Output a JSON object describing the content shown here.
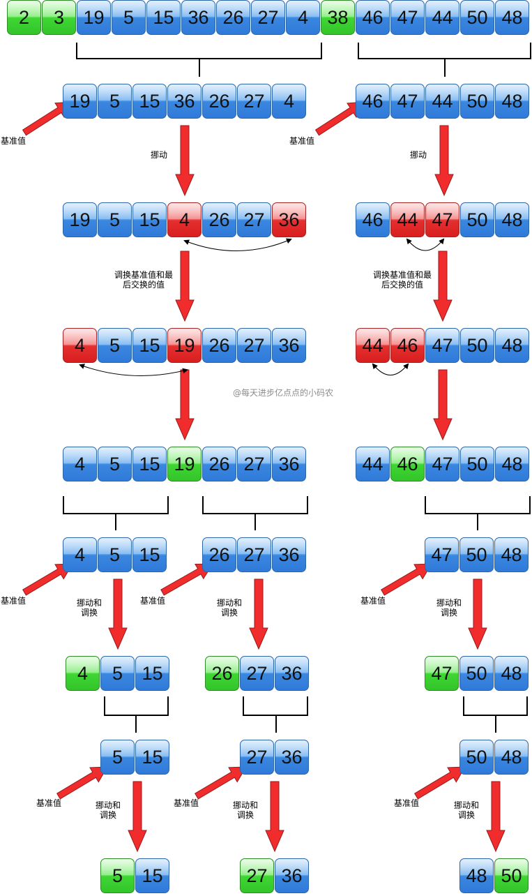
{
  "colors": {
    "default": "blue",
    "pivot_swap": "red",
    "placed": "green"
  },
  "rows": [
    {
      "id": "r0",
      "cells": [
        {
          "v": "2",
          "c": "green"
        },
        {
          "v": "3",
          "c": "green"
        },
        {
          "v": "19",
          "c": "blue"
        },
        {
          "v": "5",
          "c": "blue"
        },
        {
          "v": "15",
          "c": "blue"
        },
        {
          "v": "36",
          "c": "blue"
        },
        {
          "v": "26",
          "c": "blue"
        },
        {
          "v": "27",
          "c": "blue"
        },
        {
          "v": "4",
          "c": "blue"
        },
        {
          "v": "38",
          "c": "green"
        },
        {
          "v": "46",
          "c": "blue"
        },
        {
          "v": "47",
          "c": "blue"
        },
        {
          "v": "44",
          "c": "blue"
        },
        {
          "v": "50",
          "c": "blue"
        },
        {
          "v": "48",
          "c": "blue"
        }
      ]
    },
    {
      "id": "r1a",
      "cells": [
        {
          "v": "19",
          "c": "blue"
        },
        {
          "v": "5",
          "c": "blue"
        },
        {
          "v": "15",
          "c": "blue"
        },
        {
          "v": "36",
          "c": "blue"
        },
        {
          "v": "26",
          "c": "blue"
        },
        {
          "v": "27",
          "c": "blue"
        },
        {
          "v": "4",
          "c": "blue"
        }
      ]
    },
    {
      "id": "r1b",
      "cells": [
        {
          "v": "46",
          "c": "blue"
        },
        {
          "v": "47",
          "c": "blue"
        },
        {
          "v": "44",
          "c": "blue"
        },
        {
          "v": "50",
          "c": "blue"
        },
        {
          "v": "48",
          "c": "blue"
        }
      ]
    },
    {
      "id": "r2a",
      "cells": [
        {
          "v": "19",
          "c": "blue"
        },
        {
          "v": "5",
          "c": "blue"
        },
        {
          "v": "15",
          "c": "blue"
        },
        {
          "v": "4",
          "c": "red"
        },
        {
          "v": "26",
          "c": "blue"
        },
        {
          "v": "27",
          "c": "blue"
        },
        {
          "v": "36",
          "c": "red"
        }
      ]
    },
    {
      "id": "r2b",
      "cells": [
        {
          "v": "46",
          "c": "blue"
        },
        {
          "v": "44",
          "c": "red"
        },
        {
          "v": "47",
          "c": "red"
        },
        {
          "v": "50",
          "c": "blue"
        },
        {
          "v": "48",
          "c": "blue"
        }
      ]
    },
    {
      "id": "r3a",
      "cells": [
        {
          "v": "4",
          "c": "red"
        },
        {
          "v": "5",
          "c": "blue"
        },
        {
          "v": "15",
          "c": "blue"
        },
        {
          "v": "19",
          "c": "red"
        },
        {
          "v": "26",
          "c": "blue"
        },
        {
          "v": "27",
          "c": "blue"
        },
        {
          "v": "36",
          "c": "blue"
        }
      ]
    },
    {
      "id": "r3b",
      "cells": [
        {
          "v": "44",
          "c": "red"
        },
        {
          "v": "46",
          "c": "red"
        },
        {
          "v": "47",
          "c": "blue"
        },
        {
          "v": "50",
          "c": "blue"
        },
        {
          "v": "48",
          "c": "blue"
        }
      ]
    },
    {
      "id": "r4a",
      "cells": [
        {
          "v": "4",
          "c": "blue"
        },
        {
          "v": "5",
          "c": "blue"
        },
        {
          "v": "15",
          "c": "blue"
        },
        {
          "v": "19",
          "c": "green"
        },
        {
          "v": "26",
          "c": "blue"
        },
        {
          "v": "27",
          "c": "blue"
        },
        {
          "v": "36",
          "c": "blue"
        }
      ]
    },
    {
      "id": "r4b",
      "cells": [
        {
          "v": "44",
          "c": "blue"
        },
        {
          "v": "46",
          "c": "green"
        },
        {
          "v": "47",
          "c": "blue"
        },
        {
          "v": "50",
          "c": "blue"
        },
        {
          "v": "48",
          "c": "blue"
        }
      ]
    },
    {
      "id": "r5a",
      "cells": [
        {
          "v": "4",
          "c": "blue"
        },
        {
          "v": "5",
          "c": "blue"
        },
        {
          "v": "15",
          "c": "blue"
        }
      ]
    },
    {
      "id": "r5b",
      "cells": [
        {
          "v": "26",
          "c": "blue"
        },
        {
          "v": "27",
          "c": "blue"
        },
        {
          "v": "36",
          "c": "blue"
        }
      ]
    },
    {
      "id": "r5c",
      "cells": [
        {
          "v": "47",
          "c": "blue"
        },
        {
          "v": "50",
          "c": "blue"
        },
        {
          "v": "48",
          "c": "blue"
        }
      ]
    },
    {
      "id": "r6a",
      "cells": [
        {
          "v": "4",
          "c": "green"
        },
        {
          "v": "5",
          "c": "blue"
        },
        {
          "v": "15",
          "c": "blue"
        }
      ]
    },
    {
      "id": "r6b",
      "cells": [
        {
          "v": "26",
          "c": "green"
        },
        {
          "v": "27",
          "c": "blue"
        },
        {
          "v": "36",
          "c": "blue"
        }
      ]
    },
    {
      "id": "r6c",
      "cells": [
        {
          "v": "47",
          "c": "green"
        },
        {
          "v": "50",
          "c": "blue"
        },
        {
          "v": "48",
          "c": "blue"
        }
      ]
    },
    {
      "id": "r7a",
      "cells": [
        {
          "v": "5",
          "c": "blue"
        },
        {
          "v": "15",
          "c": "blue"
        }
      ]
    },
    {
      "id": "r7b",
      "cells": [
        {
          "v": "27",
          "c": "blue"
        },
        {
          "v": "36",
          "c": "blue"
        }
      ]
    },
    {
      "id": "r7c",
      "cells": [
        {
          "v": "50",
          "c": "blue"
        },
        {
          "v": "48",
          "c": "blue"
        }
      ]
    },
    {
      "id": "r8a",
      "cells": [
        {
          "v": "5",
          "c": "green"
        },
        {
          "v": "15",
          "c": "blue"
        }
      ]
    },
    {
      "id": "r8b",
      "cells": [
        {
          "v": "27",
          "c": "green"
        },
        {
          "v": "36",
          "c": "blue"
        }
      ]
    },
    {
      "id": "r8c",
      "cells": [
        {
          "v": "48",
          "c": "blue"
        },
        {
          "v": "50",
          "c": "green"
        }
      ]
    }
  ],
  "labels": {
    "pivot": "基准值",
    "move": "挪动",
    "swap_pivot_last_1": "调换基准值和最",
    "swap_pivot_last_2": "后交换的值",
    "move_swap_1": "挪动和",
    "move_swap_2": "调换",
    "watermark": "@每天进步亿点点的小码农"
  }
}
